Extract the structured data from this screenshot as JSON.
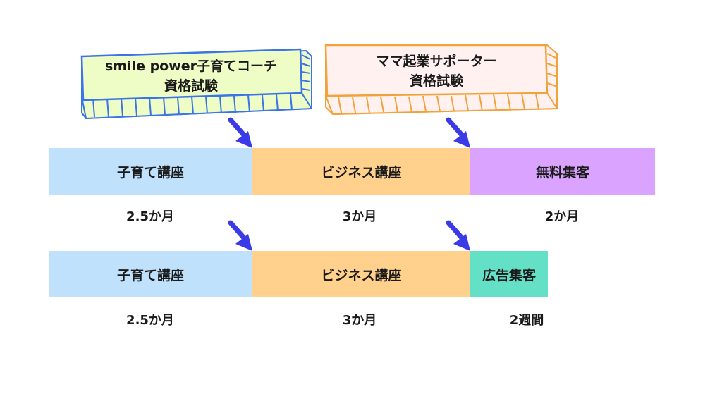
{
  "certifications": [
    {
      "line1": "smile power子育てコーチ",
      "line2": "資格試験",
      "fill": "#eefcc6",
      "stroke": "#3b74e6"
    },
    {
      "line1": "ママ起業サポーター",
      "line2": "資格試験",
      "fill": "#fff1f0",
      "stroke": "#f2a23a"
    }
  ],
  "rows": [
    {
      "segments": [
        {
          "label": "子育て講座",
          "duration": "2.5か月",
          "color": "#bfe1fb"
        },
        {
          "label": "ビジネス講座",
          "duration": "3か月",
          "color": "#ffd18c"
        },
        {
          "label": "無料集客",
          "duration": "2か月",
          "color": "#d9a3ff"
        }
      ]
    },
    {
      "segments": [
        {
          "label": "子育て講座",
          "duration": "2.5か月",
          "color": "#bfe1fb"
        },
        {
          "label": "ビジネス講座",
          "duration": "3か月",
          "color": "#ffd18c"
        },
        {
          "label": "広告集客",
          "duration": "2週間",
          "color": "#63e0c6"
        }
      ]
    }
  ],
  "arrow_color": "#3a3ae6"
}
